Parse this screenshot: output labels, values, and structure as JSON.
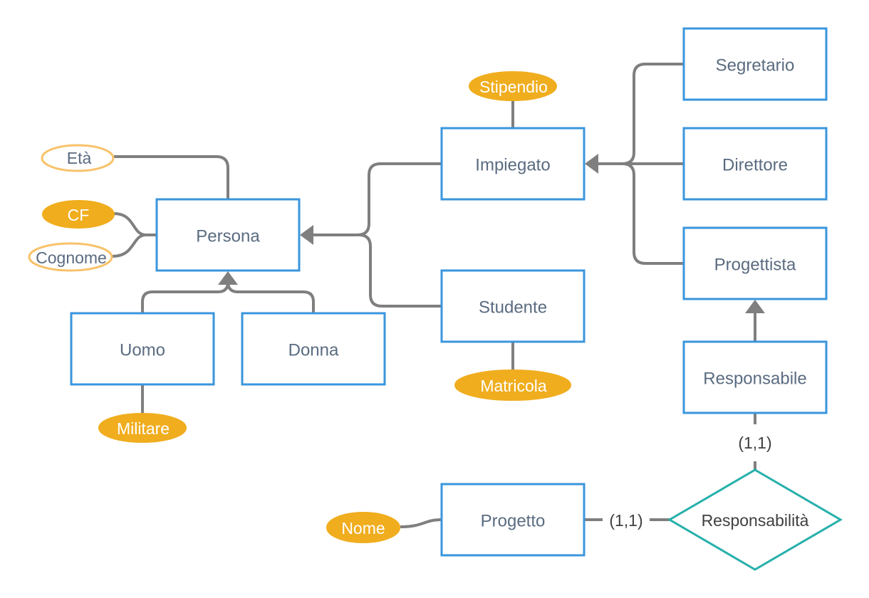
{
  "diagram": {
    "type": "er-diagram",
    "colors": {
      "entity_border": "#3a96dd",
      "attribute_fill": "#f0ad1e",
      "attribute_outline": "#f8c26a",
      "relationship_border": "#26b0ab",
      "connector": "#7f7f7f",
      "entity_text": "#5a6b80"
    },
    "entities": {
      "persona": "Persona",
      "uomo": "Uomo",
      "donna": "Donna",
      "impiegato": "Impiegato",
      "studente": "Studente",
      "segretario": "Segretario",
      "direttore": "Direttore",
      "progettista": "Progettista",
      "responsabile": "Responsabile",
      "progetto": "Progetto"
    },
    "attributes": {
      "eta": "Età",
      "cf": "CF",
      "cognome": "Cognome",
      "militare": "Militare",
      "stipendio": "Stipendio",
      "matricola": "Matricola",
      "nome": "Nome"
    },
    "relationships": {
      "responsabilita": "Responsabilità"
    },
    "cardinalities": {
      "responsabile_side": "(1,1)",
      "progetto_side": "(1,1)"
    },
    "generalizations": [
      {
        "parent": "Persona",
        "children": [
          "Impiegato",
          "Studente"
        ]
      },
      {
        "parent": "Persona",
        "children": [
          "Uomo",
          "Donna"
        ]
      },
      {
        "parent": "Impiegato",
        "children": [
          "Segretario",
          "Direttore",
          "Progettista"
        ]
      },
      {
        "parent": "Progettista",
        "children": [
          "Responsabile"
        ]
      }
    ]
  }
}
